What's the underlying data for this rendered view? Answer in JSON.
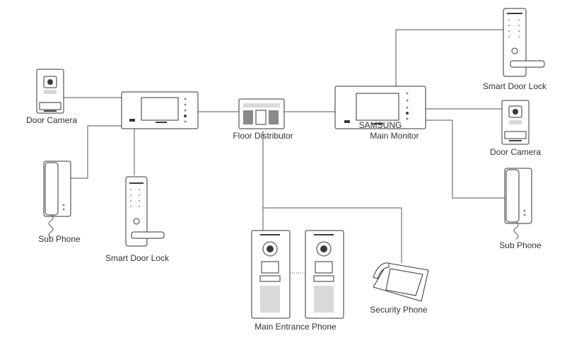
{
  "labels": {
    "door_camera_left": "Door Camera",
    "sub_phone_left": "Sub Phone",
    "smart_door_lock_left": "Smart Door Lock",
    "floor_distributor": "Floor Distributor",
    "main_monitor": "Main Monitor",
    "smart_door_lock_right": "Smart Door Lock",
    "door_camera_right": "Door Camera",
    "sub_phone_right": "Sub Phone",
    "main_entrance_phone": "Main Entrance Phone",
    "security_phone": "Security Phone"
  },
  "brand": "SAMSUNG"
}
